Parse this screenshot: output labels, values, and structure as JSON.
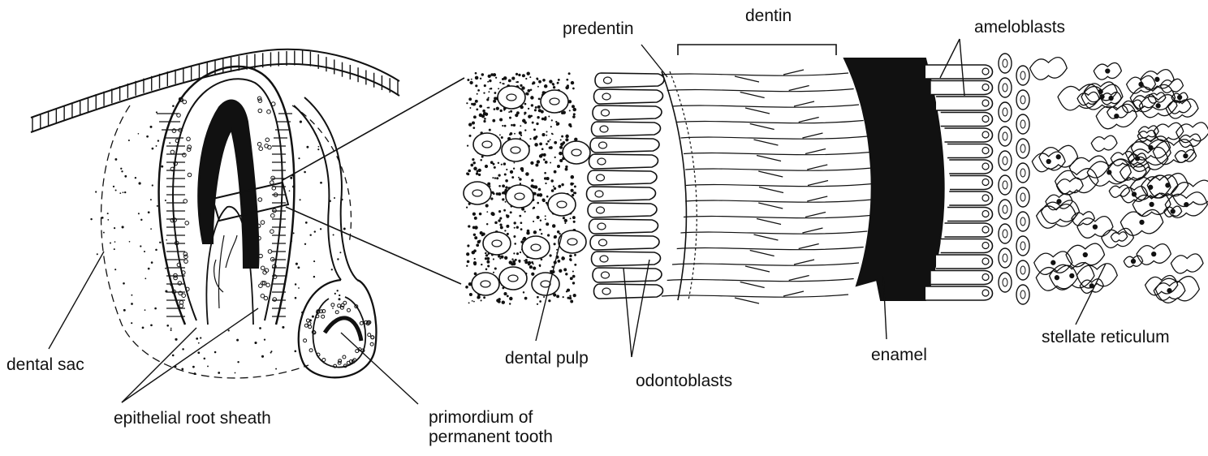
{
  "labels": {
    "predentin": "predentin",
    "dentin": "dentin",
    "ameloblasts": "ameloblasts",
    "dental_sac": "dental sac",
    "epithelial_root_sheath": "epithelial root sheath",
    "primordium_line1": "primordium of",
    "primordium_line2": "permanent tooth",
    "dental_pulp": "dental pulp",
    "odontoblasts": "odontoblasts",
    "enamel": "enamel",
    "stellate_reticulum": "stellate reticulum"
  },
  "colors": {
    "ink": "#111111",
    "background": "#ffffff"
  }
}
